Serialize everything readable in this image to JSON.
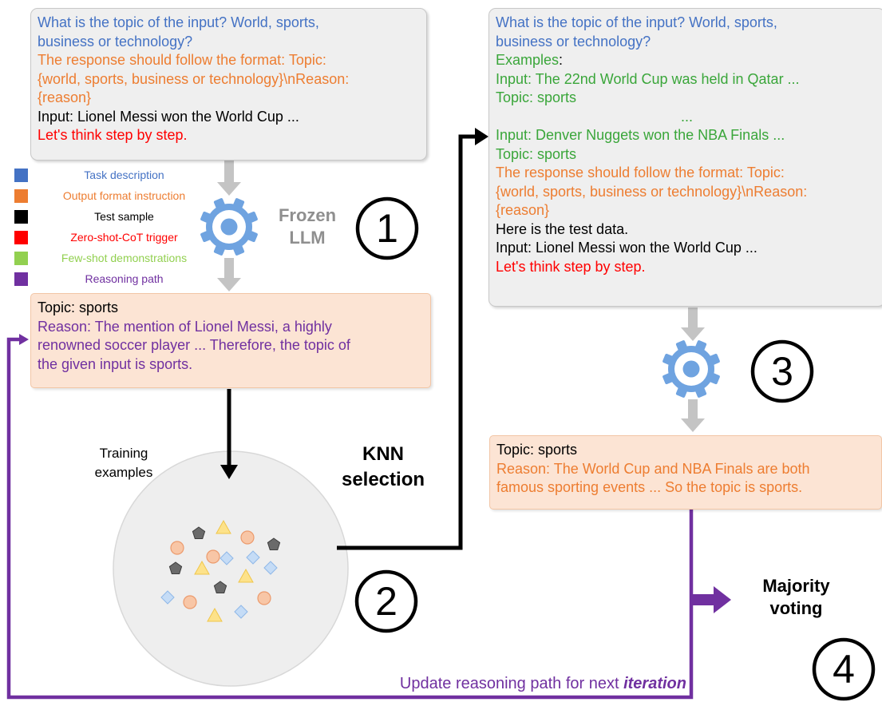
{
  "prompt_left": {
    "question": [
      "What is the topic of the input? World, sports,",
      "business or technology?"
    ],
    "format": [
      "The response should follow the format: Topic:",
      "{world, sports, business or technology}\\nReason:",
      "{reason}"
    ],
    "input_label": "Input",
    "input_text": ": Lionel Messi won the World Cup ...",
    "trigger": "Let's think step by step."
  },
  "legend": [
    {
      "label": "Task description",
      "color": "#4472c4"
    },
    {
      "label": "Output format instruction",
      "color": "#ed7d31"
    },
    {
      "label": "Test sample",
      "color": "#000000"
    },
    {
      "label": "Zero-shot-CoT trigger",
      "color": "#ff0000"
    },
    {
      "label": "Few-shot demonstrations",
      "color": "#92d050"
    },
    {
      "label": "Reasoning path",
      "color": "#7030a0"
    }
  ],
  "frozen_llm": [
    "Frozen",
    "LLM"
  ],
  "step_numbers": [
    "1",
    "2",
    "3",
    "4"
  ],
  "output_left": {
    "topic_label": "Topic",
    "topic_text": ": sports",
    "reason_label": "Reason",
    "reason_text": [
      ": The mention of Lionel Messi, a highly",
      "renowned soccer player ... Therefore, the topic of",
      "the given input is sports."
    ]
  },
  "training_examples": [
    "Training",
    "examples"
  ],
  "knn_selection": [
    "KNN",
    "selection"
  ],
  "prompt_right": {
    "question": [
      "What is the topic of the input? World, sports,",
      "business or technology?"
    ],
    "examples_label": "Examples",
    "examples_colon": ":",
    "demo1_input_label": "Input",
    "demo1_input_text": ": The 22nd World Cup was held in Qatar ...",
    "demo1_topic_label": "Topic",
    "demo1_topic_text": ": sports",
    "ellipsis": "...",
    "demo2_input_label": "Input",
    "demo2_input_text": ": Denver Nuggets won the NBA Finals ...",
    "demo2_topic_label": "Topic",
    "demo2_topic_text": ": sports",
    "format": [
      "The response should follow the format: Topic:",
      "{world, sports, business or technology}\\nReason:",
      "{reason}"
    ],
    "test_intro": "Here is the test data.",
    "input_label": "Input",
    "input_text": ":  Lionel Messi won the World Cup ...",
    "trigger": "Let's think step by step."
  },
  "output_right": {
    "topic_label": "Topic",
    "topic_text": ": sports",
    "reason_label": "Reason",
    "reason_text": [
      ": The World Cup and NBA Finals are both",
      "famous sporting events ... So the topic is sports."
    ]
  },
  "majority_voting": [
    "Majority",
    "voting"
  ],
  "update_text": "Update reasoning path for next ",
  "update_emph": "iteration"
}
